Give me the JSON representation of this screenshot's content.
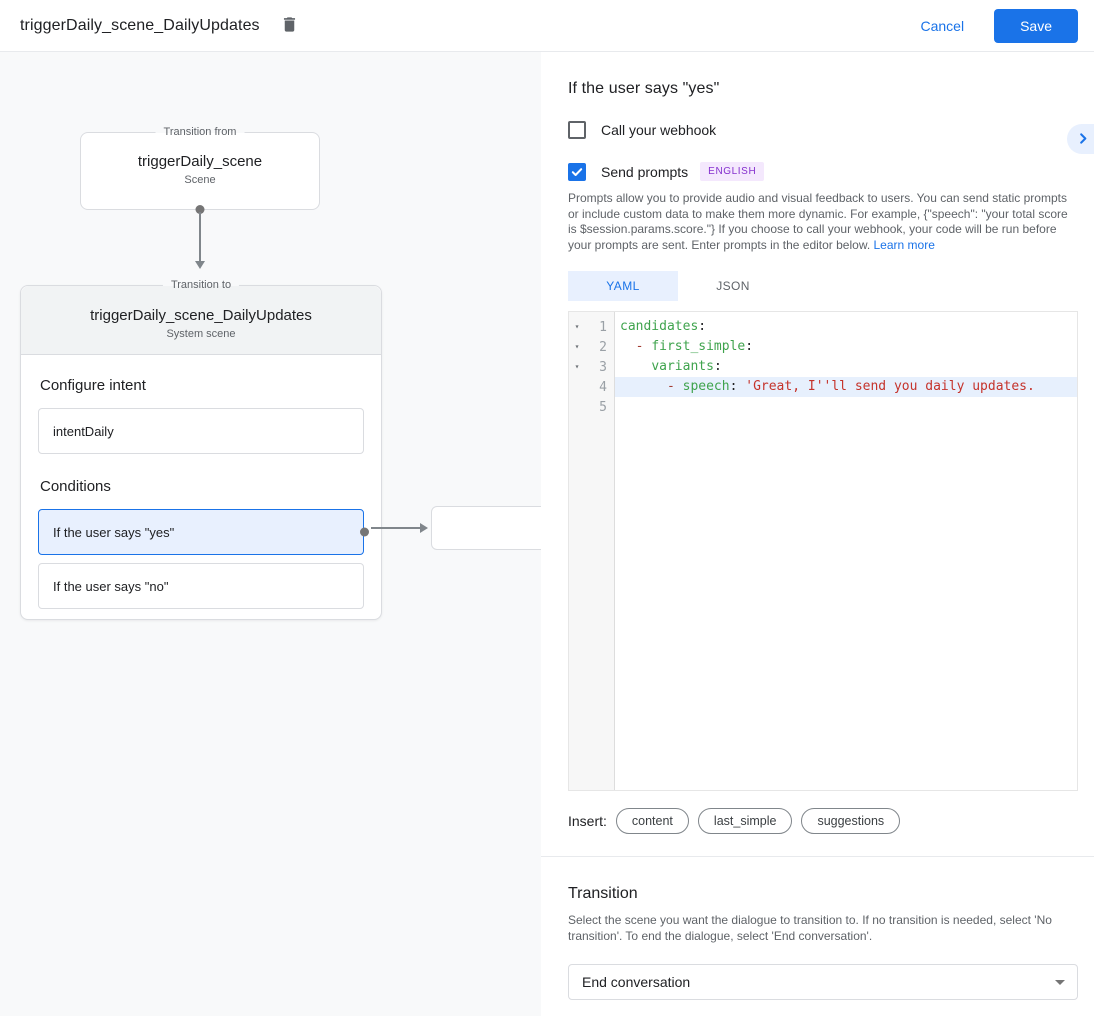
{
  "header": {
    "title": "triggerDaily_scene_DailyUpdates",
    "cancel_label": "Cancel",
    "save_label": "Save"
  },
  "canvas": {
    "from_node": {
      "legend": "Transition from",
      "title": "triggerDaily_scene",
      "subtitle": "Scene"
    },
    "to_node": {
      "legend": "Transition to",
      "title": "triggerDaily_scene_DailyUpdates",
      "subtitle": "System scene",
      "intent_section_label": "Configure intent",
      "intent_value": "intentDaily",
      "conditions_label": "Conditions",
      "conditions": [
        {
          "label": "If the user says \"yes\"",
          "selected": true,
          "has_port": true
        },
        {
          "label": "If the user says \"no\"",
          "selected": false,
          "has_port": false
        }
      ]
    }
  },
  "panel": {
    "title": "If the user says \"yes\"",
    "webhook": {
      "label": "Call your webhook",
      "checked": false
    },
    "send_prompts": {
      "label": "Send prompts",
      "badge": "ENGLISH",
      "checked": true
    },
    "description": "Prompts allow you to provide audio and visual feedback to users. You can send static prompts or include custom data to make them more dynamic. For example, {\"speech\": \"your total score is $session.params.score.\"} If you choose to call your webhook, your code will be run before your prompts are sent. Enter prompts in the editor below.",
    "learn_more_label": "Learn more",
    "tabs": [
      {
        "label": "YAML",
        "active": true
      },
      {
        "label": "JSON",
        "active": false
      }
    ],
    "editor": {
      "fold_icon": "▾",
      "active_line": 4,
      "lines": [
        {
          "num": 1,
          "fold": true,
          "tokens": [
            {
              "t": "key",
              "v": "candidates"
            },
            {
              "t": "plain",
              "v": ":"
            }
          ]
        },
        {
          "num": 2,
          "fold": true,
          "tokens": [
            {
              "t": "plain",
              "v": "  "
            },
            {
              "t": "dash",
              "v": "-"
            },
            {
              "t": "plain",
              "v": " "
            },
            {
              "t": "key",
              "v": "first_simple"
            },
            {
              "t": "plain",
              "v": ":"
            }
          ]
        },
        {
          "num": 3,
          "fold": true,
          "tokens": [
            {
              "t": "plain",
              "v": "    "
            },
            {
              "t": "key",
              "v": "variants"
            },
            {
              "t": "plain",
              "v": ":"
            }
          ]
        },
        {
          "num": 4,
          "fold": false,
          "tokens": [
            {
              "t": "plain",
              "v": "      "
            },
            {
              "t": "dash",
              "v": "-"
            },
            {
              "t": "plain",
              "v": " "
            },
            {
              "t": "key",
              "v": "speech"
            },
            {
              "t": "plain",
              "v": ":"
            },
            {
              "t": "plain",
              "v": " "
            },
            {
              "t": "str",
              "v": "'Great, I''ll send you daily updates."
            }
          ]
        },
        {
          "num": 5,
          "fold": false,
          "tokens": []
        }
      ]
    },
    "insert": {
      "label": "Insert:",
      "chips": [
        "content",
        "last_simple",
        "suggestions"
      ]
    },
    "transition": {
      "heading": "Transition",
      "description": "Select the scene you want the dialogue to transition to. If no transition is needed, select 'No transition'. To end the dialogue, select 'End conversation'.",
      "value": "End conversation"
    }
  },
  "colors": {
    "accent_blue": "#1a73e8",
    "selection_blue": "#e8f0fe",
    "badge_purple_text": "#8430ce",
    "badge_purple_bg": "#f4e8fd",
    "yaml_key_green": "#3fa34d",
    "yaml_string_red": "#c5332b",
    "canvas_gray": "#f8f9fa"
  }
}
